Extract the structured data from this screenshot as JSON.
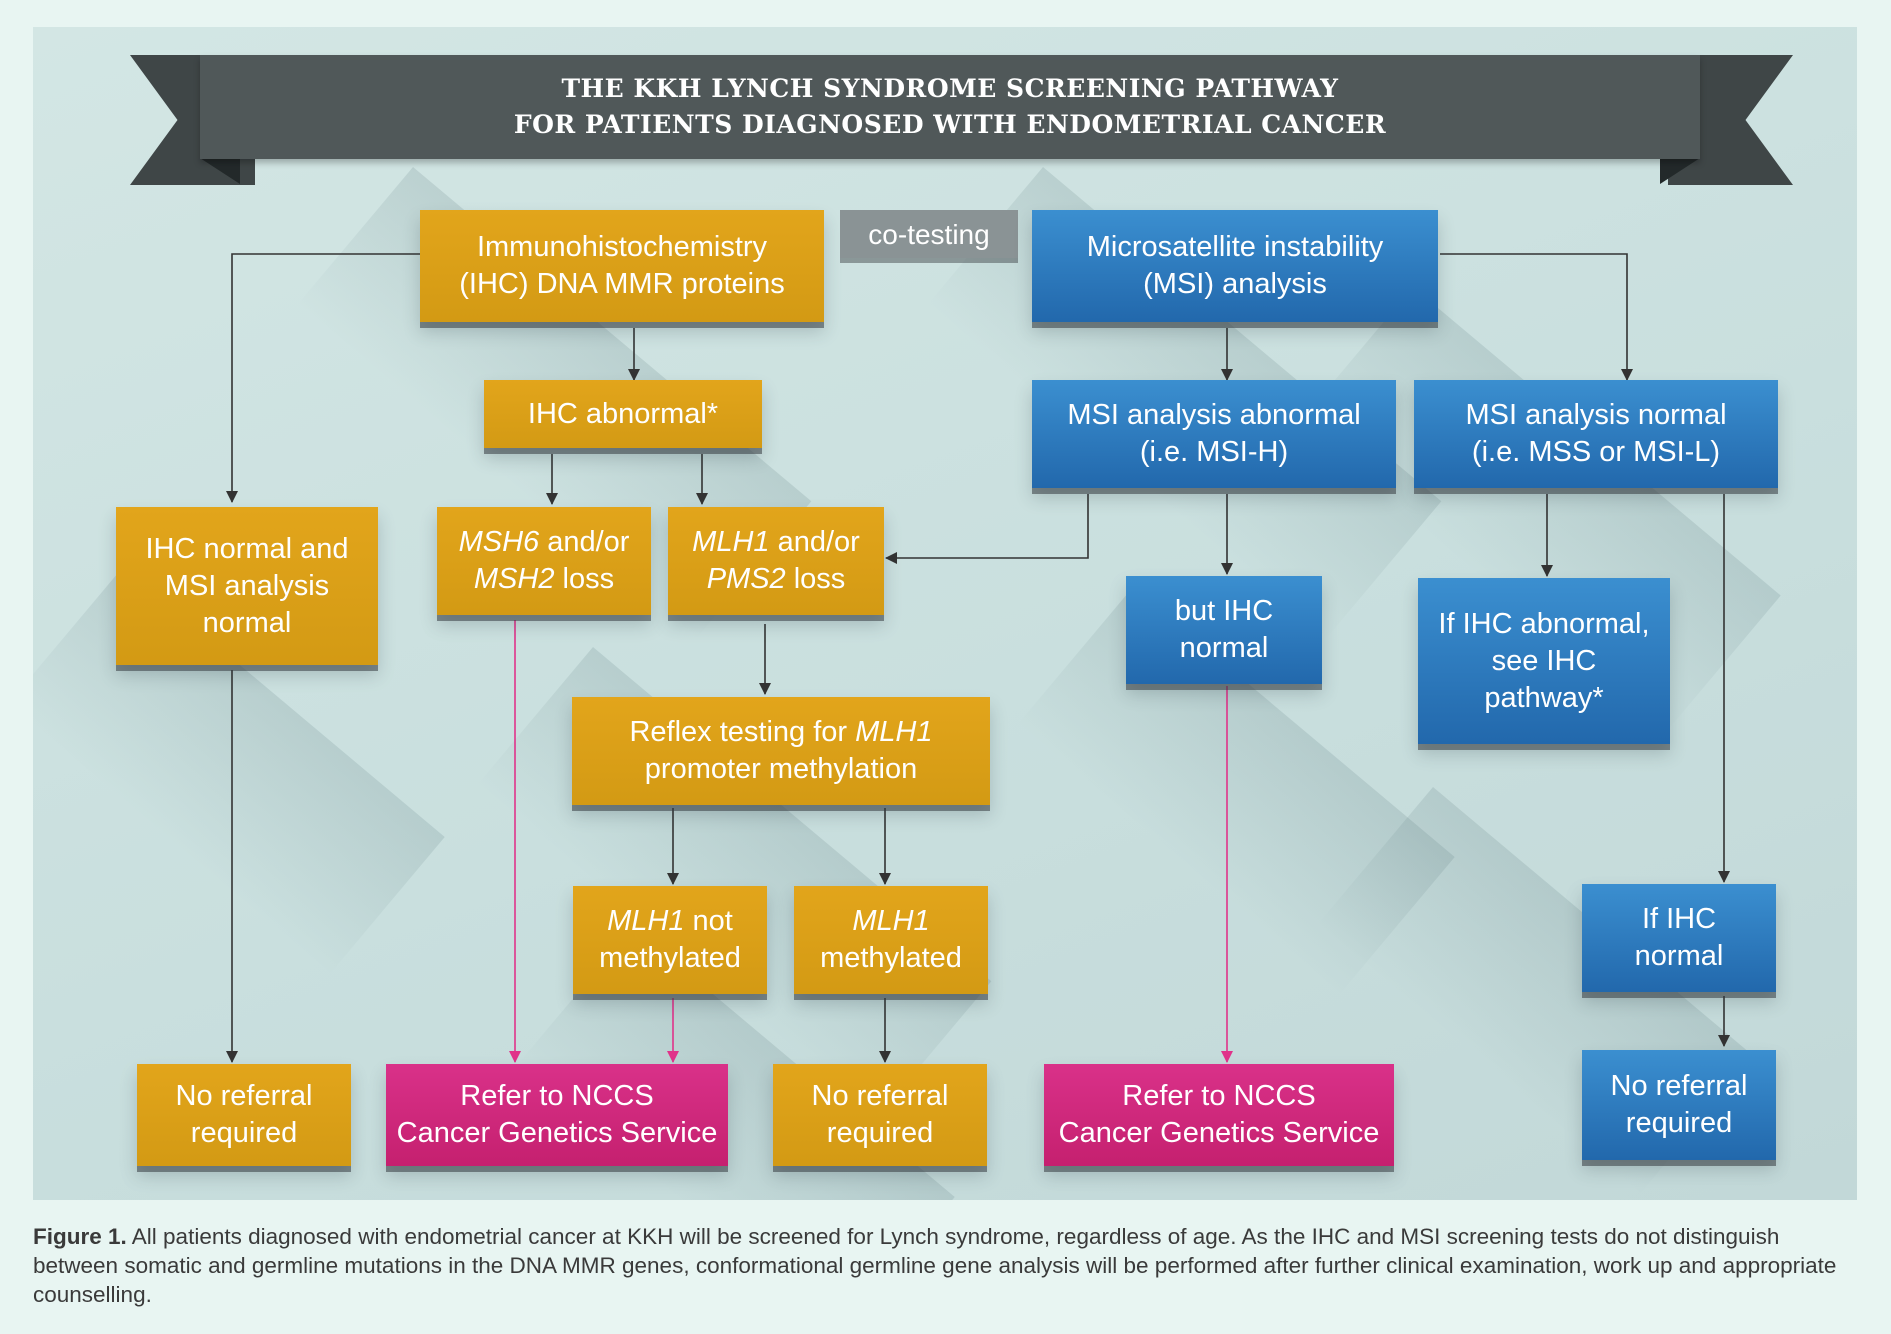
{
  "header": {
    "title_line1": "THE KKH LYNCH SYNDROME SCREENING PATHWAY",
    "title_line2": "FOR PATIENTS DIAGNOSED WITH ENDOMETRIAL CANCER"
  },
  "nodes": {
    "ihc": {
      "l1": "Immunohistochemistry",
      "l2": "(IHC) DNA MMR proteins"
    },
    "cotesting": "co-testing",
    "msi": {
      "l1": "Microsatellite instability",
      "l2": "(MSI) analysis"
    },
    "ihc_abnormal": "IHC abnormal*",
    "ihc_normal": {
      "l1": "IHC normal and",
      "l2": "MSI analysis",
      "l3": "normal"
    },
    "msh6": {
      "a": "MSH6",
      "b": " and/or",
      "c": "MSH2",
      "d": " loss"
    },
    "mlh1": {
      "a": "MLH1",
      "b": " and/or",
      "c": "PMS2",
      "d": " loss"
    },
    "msi_abnormal": {
      "l1": "MSI analysis abnormal",
      "l2": "(i.e. MSI-H)"
    },
    "msi_normal": {
      "l1": "MSI analysis normal",
      "l2": "(i.e. MSS or MSI-L)"
    },
    "but_ihc": {
      "l1": "but IHC",
      "l2": "normal"
    },
    "if_ihc_abn": {
      "l1": "If IHC abnormal,",
      "l2": "see IHC",
      "l3": "pathway*"
    },
    "reflex": {
      "a": "Reflex testing for ",
      "b": "MLH1",
      "c": "promoter methylation"
    },
    "not_meth": {
      "a": "MLH1",
      "b": " not",
      "c": "methylated"
    },
    "meth": {
      "a": "MLH1",
      "b": "methylated"
    },
    "if_ihc_normal": {
      "l1": "If IHC",
      "l2": "normal"
    },
    "noref1": {
      "l1": "No referral",
      "l2": "required"
    },
    "refer1": {
      "l1": "Refer to NCCS",
      "l2": "Cancer Genetics Service"
    },
    "noref2": {
      "l1": "No referral",
      "l2": "required"
    },
    "refer2": {
      "l1": "Refer to NCCS",
      "l2": "Cancer Genetics Service"
    },
    "noref3": {
      "l1": "No referral",
      "l2": "required"
    }
  },
  "caption": {
    "label": "Figure 1.",
    "text": " All patients diagnosed with endometrial cancer at KKH will be screened for Lynch syndrome, regardless of age. As the IHC and MSI screening tests do not distinguish between somatic and germline mutations in the DNA MMR genes, conformational germline gene analysis will be performed after further clinical examination, work up and appropriate counselling."
  },
  "colors": {
    "gold": "#dba019",
    "blue": "#2c79bd",
    "pink": "#cf2a7d",
    "grey": "#8a9395",
    "ribbon": "#505859",
    "arrow_dark": "#333333",
    "arrow_pink": "#e0338a"
  }
}
